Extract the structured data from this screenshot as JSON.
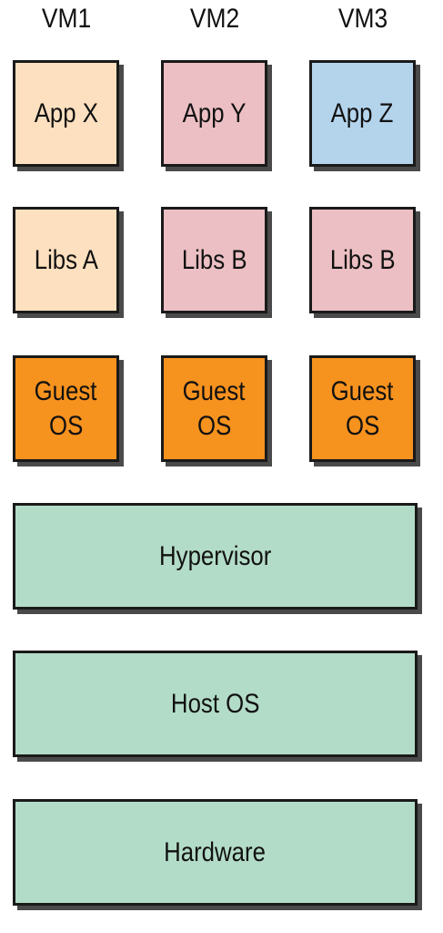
{
  "vms": [
    {
      "name": "VM1",
      "app": "App X",
      "libs": "Libs A",
      "guest_os": [
        "Guest",
        "OS"
      ]
    },
    {
      "name": "VM2",
      "app": "App Y",
      "libs": "Libs B",
      "guest_os": [
        "Guest",
        "OS"
      ]
    },
    {
      "name": "VM3",
      "app": "App Z",
      "libs": "Libs B",
      "guest_os": [
        "Guest",
        "OS"
      ]
    }
  ],
  "layers": {
    "hypervisor": "Hypervisor",
    "host_os": "Host OS",
    "hardware": "Hardware"
  },
  "colors": {
    "app_x": "#fde0bf",
    "app_y": "#ebbfc3",
    "app_z": "#b4d4ec",
    "libs_a": "#fde0bf",
    "libs_b": "#ebbfc3",
    "guest_os": "#f6921e",
    "infrastructure": "#b3dcc8",
    "border": "#1a1a1a",
    "shadow": "#4a4a4a"
  }
}
